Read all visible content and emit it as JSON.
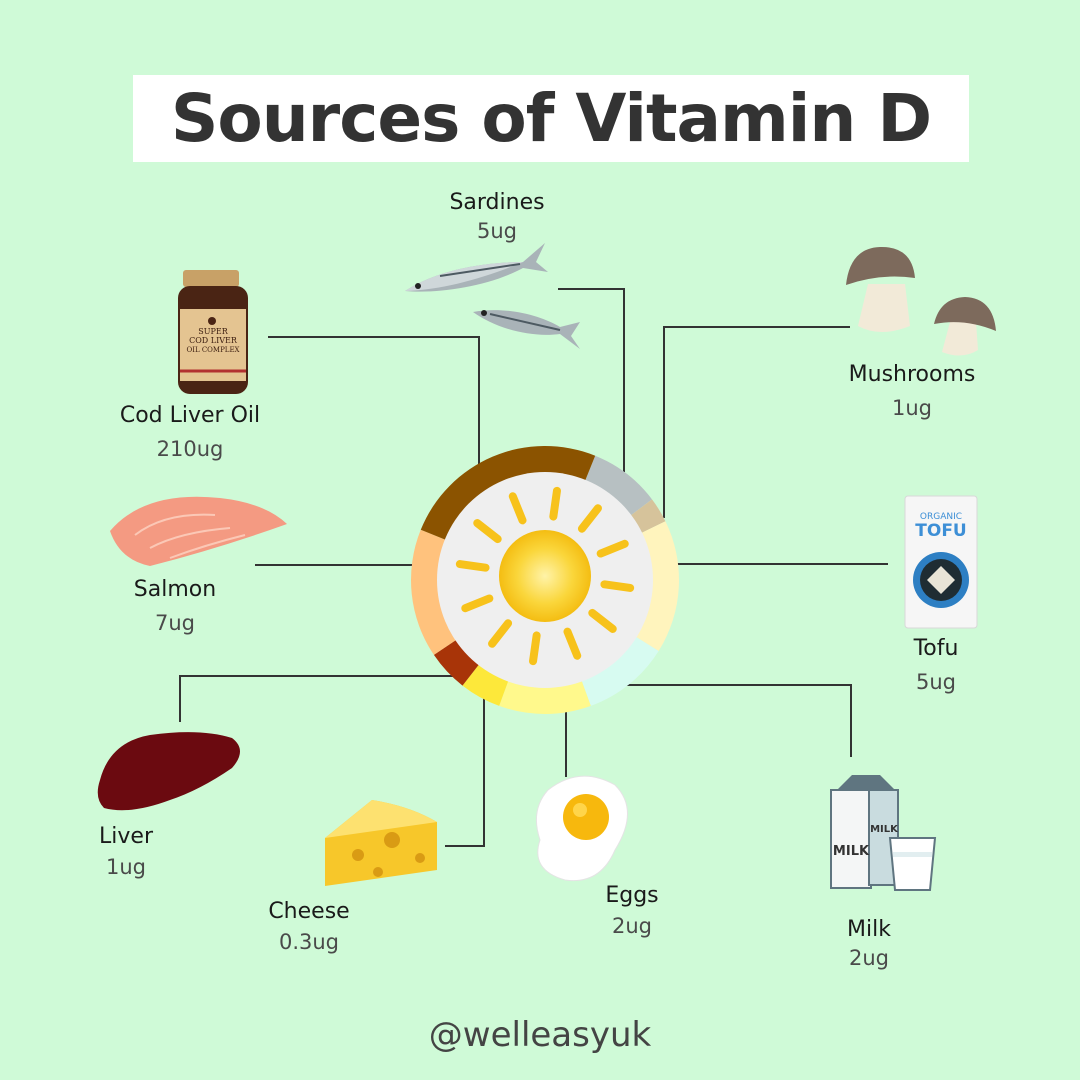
{
  "title": "Sources of Vitamin D",
  "handle": "@welleasyuk",
  "colors": {
    "background": "#cffad7",
    "connector": "#333333",
    "sun": "#f7c21b",
    "plate": "#efefef"
  },
  "sources": [
    {
      "name": "Sardines",
      "value": "5ug",
      "icon": "sardines-icon",
      "ring_color": "#b7c0c2"
    },
    {
      "name": "Mushrooms",
      "value": "1ug",
      "icon": "mushrooms-icon",
      "ring_color": "#d6c39b"
    },
    {
      "name": "Tofu",
      "value": "5ug",
      "icon": "tofu-icon",
      "ring_color": "#fff4bd"
    },
    {
      "name": "Milk",
      "value": "2ug",
      "icon": "milk-icon",
      "ring_color": "#d7fbf1"
    },
    {
      "name": "Eggs",
      "value": "2ug",
      "icon": "egg-icon",
      "ring_color": "#fff98c"
    },
    {
      "name": "Cheese",
      "value": "0.3ug",
      "icon": "cheese-icon",
      "ring_color": "#fde83a"
    },
    {
      "name": "Liver",
      "value": "1ug",
      "icon": "liver-icon",
      "ring_color": "#a83408"
    },
    {
      "name": "Salmon",
      "value": "7ug",
      "icon": "salmon-icon",
      "ring_color": "#ffc27d"
    },
    {
      "name": "Cod Liver Oil",
      "value": "210ug",
      "icon": "cod-liver-oil-icon",
      "ring_color": "#8b5300"
    }
  ],
  "cod_jar_label": [
    "SUPER",
    "COD LIVER",
    "OIL COMPLEX"
  ],
  "tofu_pack_label": [
    "ORGANIC",
    "TOFU"
  ],
  "milk_carton_label": "MILK"
}
